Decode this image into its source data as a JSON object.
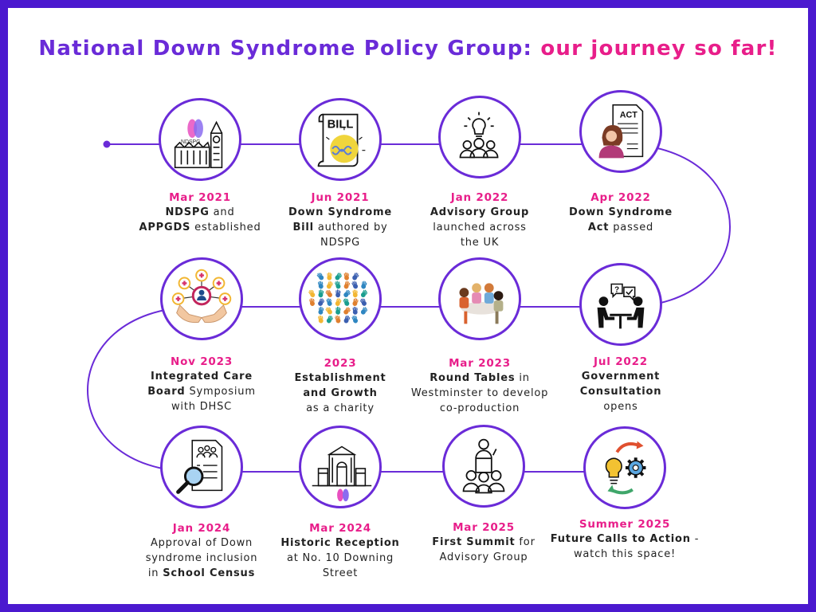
{
  "title": {
    "main": "National Down Syndrome Policy Group:",
    "accent": "our journey so far!"
  },
  "colors": {
    "frame": "#4b19cf",
    "line": "#6a2bd8",
    "date": "#e81e8a",
    "text": "#222222"
  },
  "milestones": [
    {
      "date": "Mar 2021",
      "lines": [
        [
          {
            "t": "NDSPG",
            "b": true
          },
          {
            "t": " and"
          }
        ],
        [
          {
            "t": "APPGDS",
            "b": true
          },
          {
            "t": " established"
          }
        ]
      ],
      "icon": "parliament-icon",
      "logo_text": "NDSPG"
    },
    {
      "date": "Jun 2021",
      "lines": [
        [
          {
            "t": "Down Syndrome",
            "b": true
          }
        ],
        [
          {
            "t": "Bill",
            "b": true
          },
          {
            "t": " authored by"
          }
        ],
        [
          {
            "t": "NDSPG"
          }
        ]
      ],
      "icon": "bill-scroll-icon",
      "icon_text": "BILL"
    },
    {
      "date": "Jan 2022",
      "lines": [
        [
          {
            "t": "Advisory Group",
            "b": true
          }
        ],
        [
          {
            "t": "launched across"
          }
        ],
        [
          {
            "t": "the UK"
          }
        ]
      ],
      "icon": "lightbulb-group-icon"
    },
    {
      "date": "Apr 2022",
      "lines": [
        [
          {
            "t": "Down Syndrome",
            "b": true
          }
        ],
        [
          {
            "t": "Act",
            "b": true
          },
          {
            "t": " passed"
          }
        ]
      ],
      "icon": "act-document-icon",
      "icon_text": "ACT"
    },
    {
      "date": "Jul 2022",
      "lines": [
        [
          {
            "t": "Government",
            "b": true
          }
        ],
        [
          {
            "t": "Consultation",
            "b": true
          }
        ],
        [
          {
            "t": "opens"
          }
        ]
      ],
      "icon": "consultation-icon"
    },
    {
      "date": "Mar 2023",
      "lines": [
        [
          {
            "t": "Round Tables",
            "b": true
          },
          {
            "t": " in"
          }
        ],
        [
          {
            "t": "Westminster to develop"
          }
        ],
        [
          {
            "t": "co-production"
          }
        ]
      ],
      "icon": "round-table-icon"
    },
    {
      "date": "2023",
      "lines": [
        [
          {
            "t": "Establishment",
            "b": true
          }
        ],
        [
          {
            "t": "and Growth",
            "b": true
          }
        ],
        [
          {
            "t": "as a charity"
          }
        ]
      ],
      "icon": "handprints-icon"
    },
    {
      "date": "Nov 2023",
      "lines": [
        [
          {
            "t": "Integrated Care",
            "b": true
          }
        ],
        [
          {
            "t": "Board",
            "b": true
          },
          {
            "t": " Symposium"
          }
        ],
        [
          {
            "t": "with DHSC"
          }
        ]
      ],
      "icon": "care-network-icon"
    },
    {
      "date": "Jan 2024",
      "lines": [
        [
          {
            "t": "Approval of Down"
          }
        ],
        [
          {
            "t": "syndrome inclusion"
          }
        ],
        [
          {
            "t": "in "
          },
          {
            "t": "School Census",
            "b": true
          }
        ]
      ],
      "icon": "census-search-icon"
    },
    {
      "date": "Mar 2024",
      "lines": [
        [
          {
            "t": "Historic Reception",
            "b": true
          }
        ],
        [
          {
            "t": "at No. 10 Downing"
          }
        ],
        [
          {
            "t": "Street"
          }
        ]
      ],
      "icon": "downing-street-icon"
    },
    {
      "date": "Mar 2025",
      "lines": [
        [
          {
            "t": "First Summit",
            "b": true
          },
          {
            "t": " for"
          }
        ],
        [
          {
            "t": "Advisory Group"
          }
        ]
      ],
      "icon": "summit-audience-icon"
    },
    {
      "date": "Summer 2025",
      "lines": [
        [
          {
            "t": "Future Calls to Action",
            "b": true
          },
          {
            "t": " -"
          }
        ],
        [
          {
            "t": "watch this space!"
          }
        ]
      ],
      "icon": "ideas-gear-icon"
    }
  ]
}
